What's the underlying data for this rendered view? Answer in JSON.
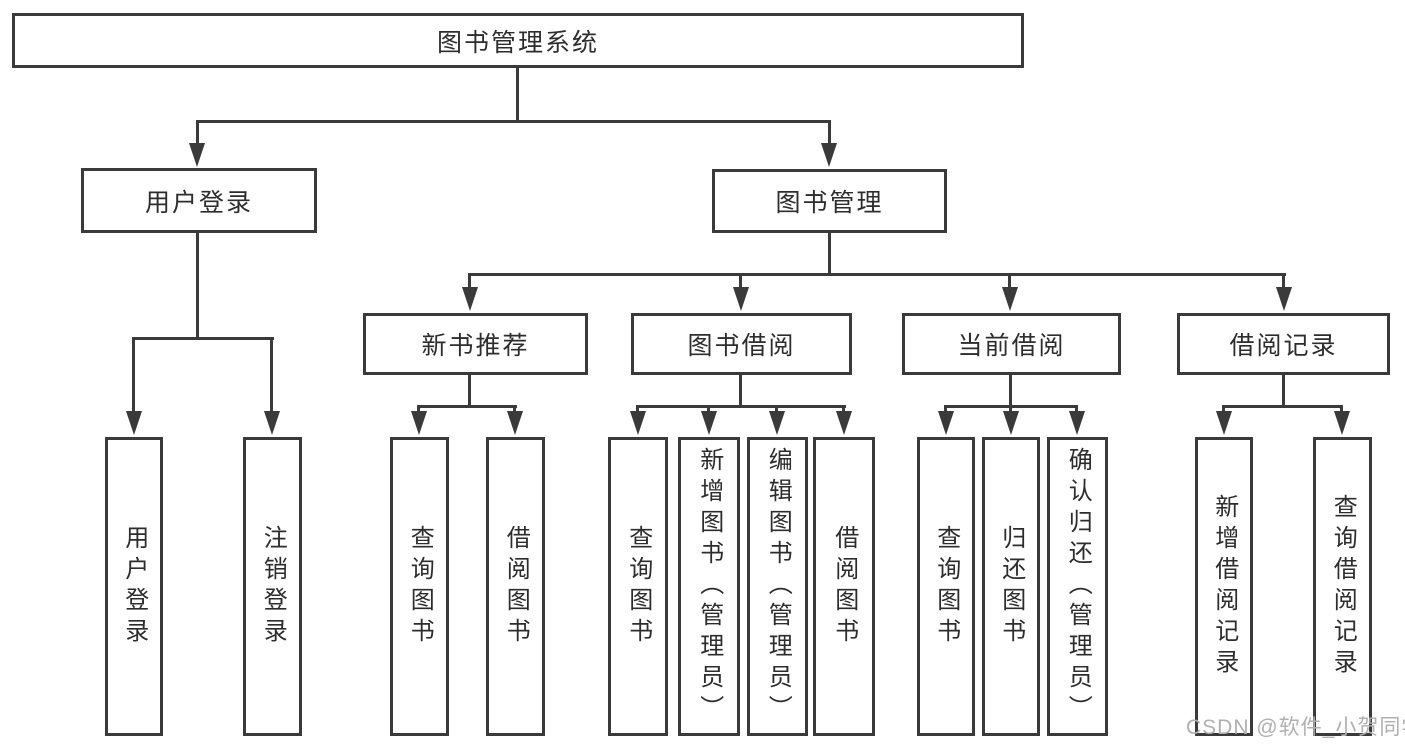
{
  "tree": {
    "root": {
      "label": "图书管理系统",
      "children": [
        {
          "label": "用户登录",
          "children": [
            {
              "label": "用户登录"
            },
            {
              "label": "注销登录"
            }
          ]
        },
        {
          "label": "图书管理",
          "children": [
            {
              "label": "新书推荐",
              "children": [
                {
                  "label": "查询图书"
                },
                {
                  "label": "借阅图书"
                }
              ]
            },
            {
              "label": "图书借阅",
              "children": [
                {
                  "label": "查询图书"
                },
                {
                  "label": "新增图书（管理员）"
                },
                {
                  "label": "编辑图书（管理员）"
                },
                {
                  "label": "借阅图书"
                }
              ]
            },
            {
              "label": "当前借阅",
              "children": [
                {
                  "label": "查询图书"
                },
                {
                  "label": "归还图书"
                },
                {
                  "label": "确认归还（管理员）"
                }
              ]
            },
            {
              "label": "借阅记录",
              "children": [
                {
                  "label": "新增借阅记录"
                },
                {
                  "label": "查询借阅记录"
                }
              ]
            }
          ]
        }
      ]
    }
  },
  "watermark": {
    "text": "CSDN @软件_小贺同学"
  },
  "colors": {
    "line": "#3a3a3a",
    "text": "#2d2d2d",
    "watermark": "#b0b0b0",
    "background": "#ffffff"
  }
}
